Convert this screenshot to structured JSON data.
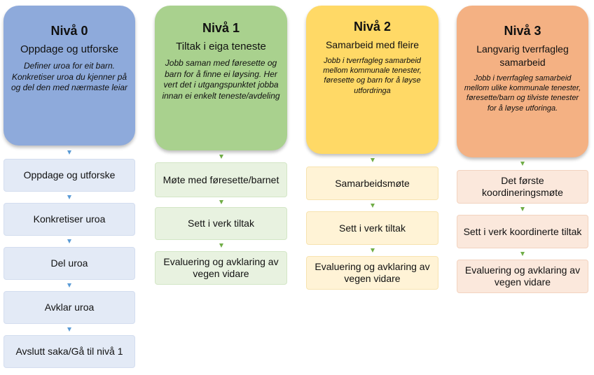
{
  "columns": [
    {
      "title": "Nivå 0",
      "subtitle": "Oppdage og utforske",
      "description": "Definer uroa for eit barn. Konkretiser uroa du kjenner på og del den med nærmaste leiar",
      "colors": {
        "header": "#8eaadb",
        "step_bg": "#e3eaf6",
        "step_border": "#d3ddef",
        "arrow": "#5b9bd5"
      },
      "steps": [
        "Oppdage og utforske",
        "Konkretiser uroa",
        "Del uroa",
        "Avklar uroa",
        "Avslutt saka/Gå til nivå 1"
      ]
    },
    {
      "title": "Nivå 1",
      "subtitle": "Tiltak i eiga teneste",
      "description": "Jobb saman med føresette og barn for å finne ei løysing. Her vert det i utgangspunktet jobba innan ei enkelt teneste/avdeling",
      "colors": {
        "header": "#a9d18e",
        "step_bg": "#e8f2e0",
        "step_border": "#d3e6c6",
        "arrow": "#70ad47"
      },
      "steps": [
        "Møte med føresette/barnet",
        "Sett i verk tiltak",
        "Evaluering og avklaring av vegen vidare"
      ]
    },
    {
      "title": "Nivå 2",
      "subtitle": "Samarbeid med fleire",
      "description": "Jobb i tverrfagleg samarbeid mellom kommunale tenester, føresette og barn for å løyse utfordringa",
      "colors": {
        "header": "#ffd966",
        "step_bg": "#fff3d6",
        "step_border": "#f7e3b0",
        "arrow": "#70ad47"
      },
      "steps": [
        "Samarbeidsmøte",
        "Sett i verk tiltak",
        "Evaluering og avklaring av vegen vidare"
      ]
    },
    {
      "title": "Nivå 3",
      "subtitle": "Langvarig tverrfagleg samarbeid",
      "description": "Jobb i tverrfagleg samarbeid mellom ulike kommunale tenester, føresette/barn og tilviste tenester for å løyse utforinga.",
      "colors": {
        "header": "#f4b183",
        "step_bg": "#fbe8dc",
        "step_border": "#f2d3c0",
        "arrow": "#70ad47"
      },
      "steps": [
        "Det første koordineringsmøte",
        "Sett i verk koordinerte tiltak",
        "Evaluering og avklaring av vegen vidare"
      ]
    }
  ]
}
